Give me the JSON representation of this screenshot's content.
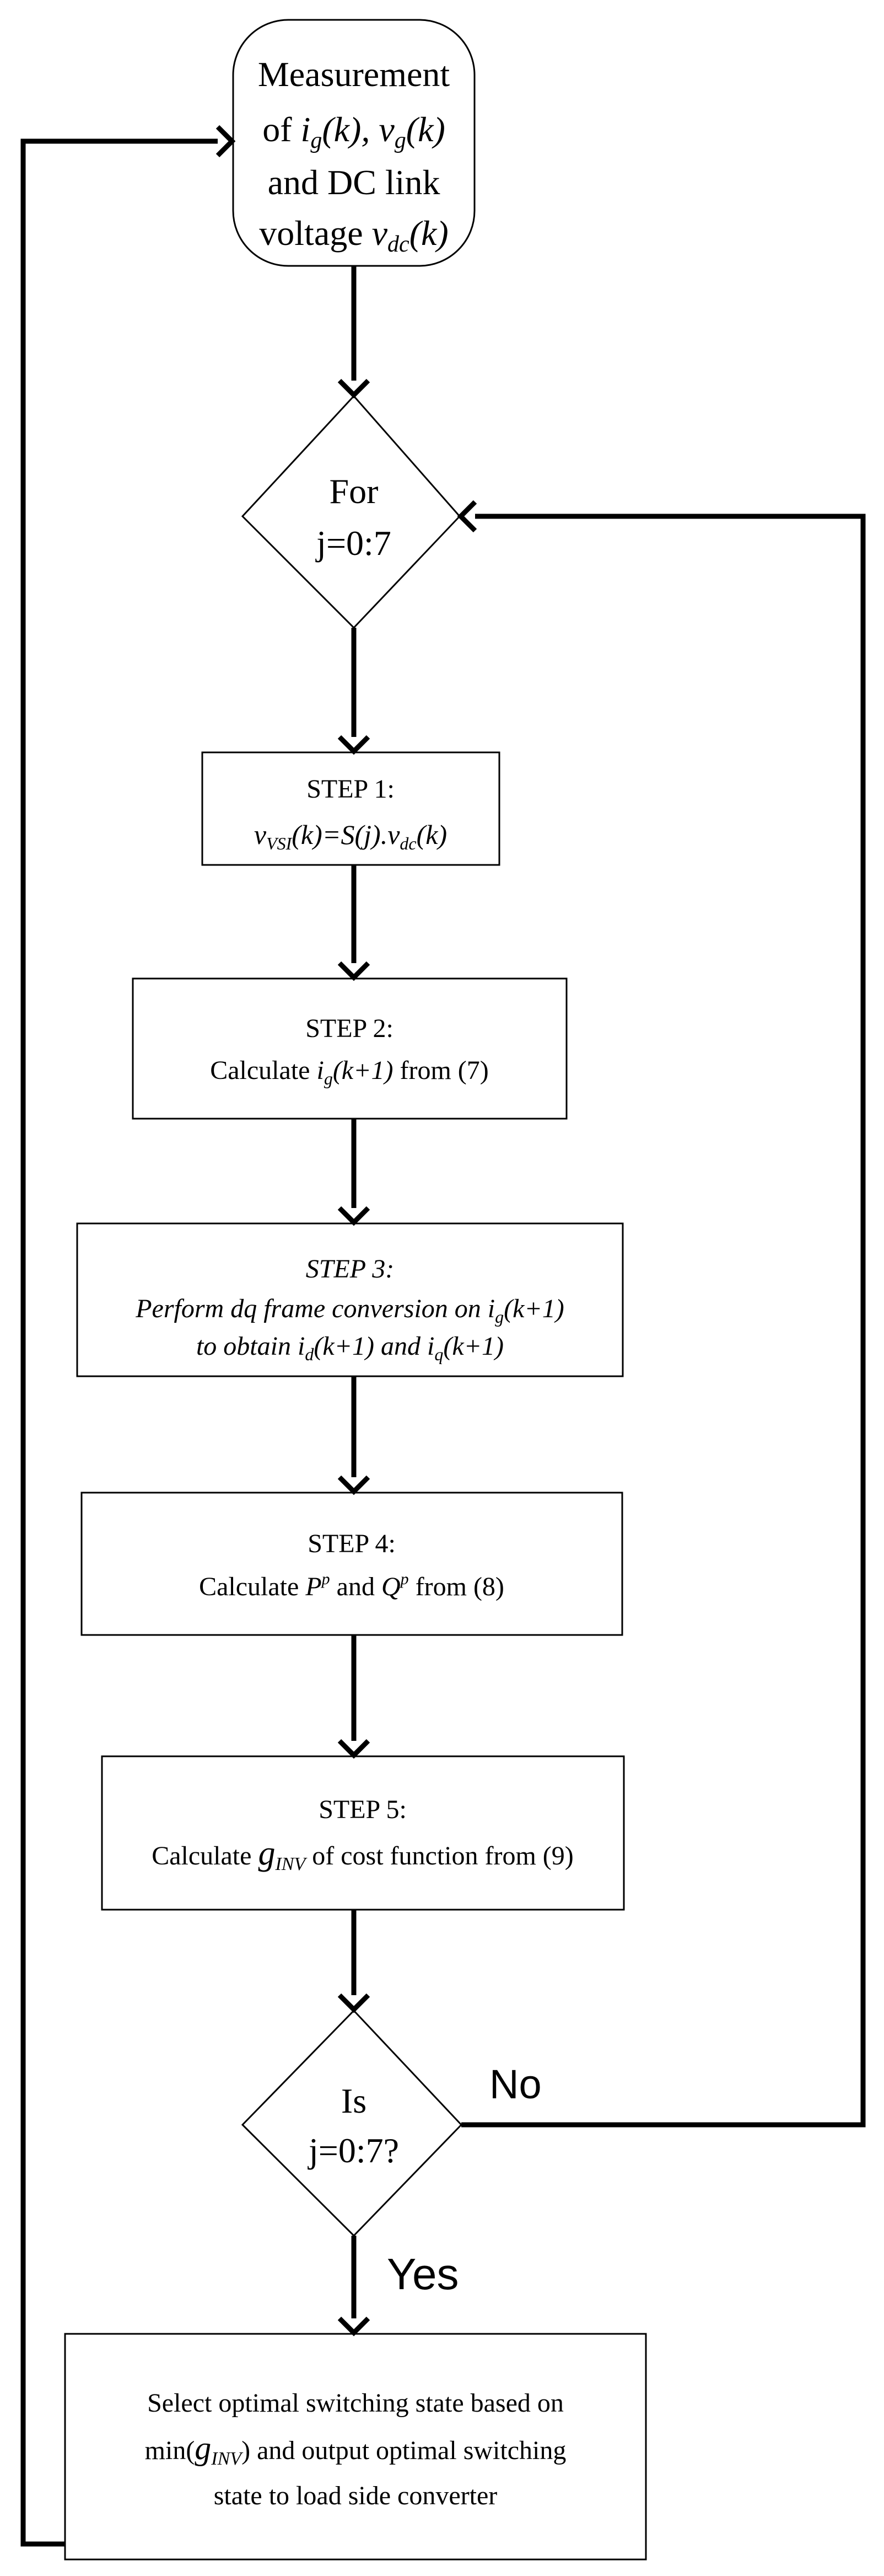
{
  "measure": {
    "line1": "Measurement",
    "l2_of": "of ",
    "l2_ig": "i",
    "l2_ig_sub": "g",
    "l2_ig_arg": "(k), ",
    "l2_vg": "v",
    "l2_vg_sub": "g",
    "l2_vg_arg": "(k)",
    "line3": "and DC link",
    "l4_word": "voltage ",
    "l4_v": "v",
    "l4_sub": "dc",
    "l4_arg": "(k)"
  },
  "for_loop": {
    "line1": "For",
    "line2": "j=0:7"
  },
  "step1": {
    "title": "STEP 1:",
    "v": "v",
    "v_sub": "VSI",
    "mid": "(k)=S(j).",
    "v2": "v",
    "v2_sub": "dc",
    "end": "(k)"
  },
  "step2": {
    "title": "STEP 2:",
    "pre": "Calculate ",
    "i": "i",
    "i_sub": "g",
    "arg": "(k+1)",
    "post": " from (7)"
  },
  "step3": {
    "title": "STEP 3:",
    "l2_pre": "Perform dq frame conversion on ",
    "l2_i": "i",
    "l2_sub": "g",
    "l2_arg": "(k+1)",
    "l3_pre": "to obtain ",
    "l3_i1": "i",
    "l3_sub1": "d",
    "l3_arg1": "(k+1) and ",
    "l3_i2": "i",
    "l3_sub2": "q",
    "l3_arg2": "(k+1)"
  },
  "step4": {
    "title": "STEP 4:",
    "pre": "Calculate ",
    "p": "P",
    "p_sup": "p",
    "mid": " and ",
    "q": "Q",
    "q_sup": "p",
    "post": " from (8)"
  },
  "step5": {
    "title": "STEP 5:",
    "pre": "Calculate ",
    "g": "g",
    "g_sub": "INV",
    "post": " of cost function from (9)"
  },
  "check": {
    "line1": "Is",
    "line2": "j=0:7?"
  },
  "labels": {
    "no": "No",
    "yes": "Yes"
  },
  "final": {
    "line1": "Select optimal switching state based on",
    "l2_pre": "min(",
    "l2_g": "g",
    "l2_sub": "INV",
    "l2_post": ") and output optimal switching",
    "line3": "state to load side converter"
  }
}
